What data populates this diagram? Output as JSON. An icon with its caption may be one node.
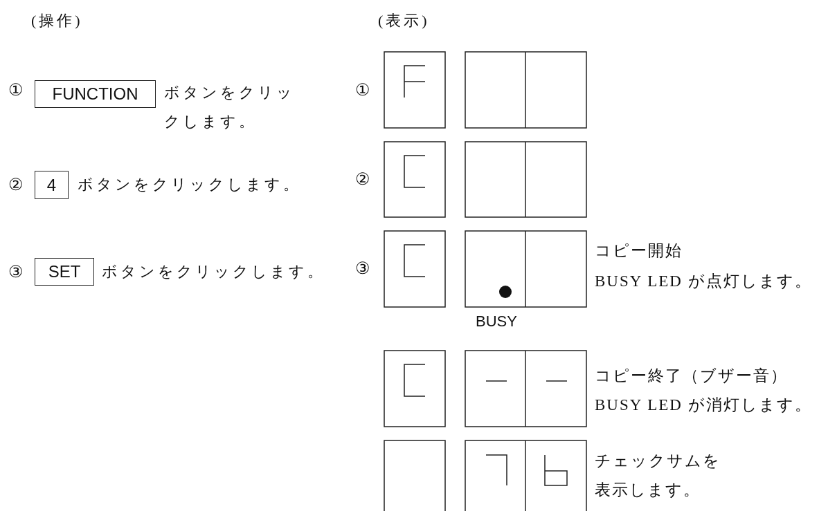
{
  "diagram": {
    "nodes": [
      {
        "text": [
          "FUNCTION"
        ]
      },
      {
        "text": [
          "4"
        ]
      },
      {
        "text": [
          "SET"
        ]
      }
    ],
    "labels": [
      "(操作)",
      "(表示)",
      "①",
      "ボタンをクリックします。",
      "①",
      "②",
      "ボタンをクリックします。",
      "②",
      "③",
      "ボタンをクリックします。",
      "③",
      "コピー開始",
      "BUSY LED が点灯します。",
      "BUSY",
      "コピー終了（ブザー音）",
      "BUSY LED が消灯します。",
      "チェックサムを表示します。"
    ]
  }
}
